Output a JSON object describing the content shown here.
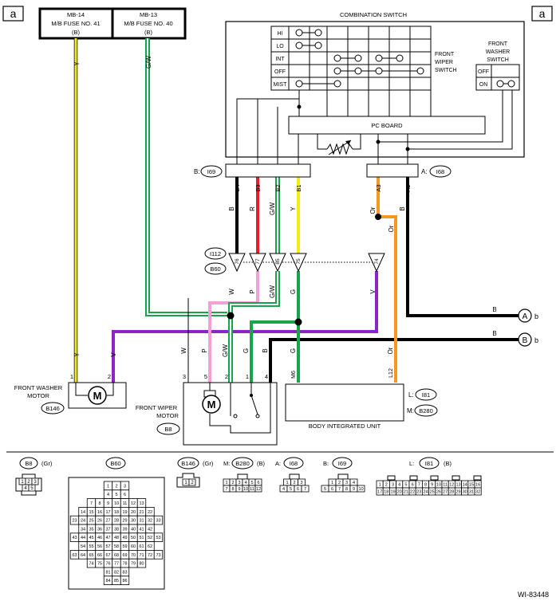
{
  "corner_label": "a",
  "fuses": [
    {
      "l1": "MB-14",
      "l2": "M/B FUSE NO. 41",
      "l3": "(B)"
    },
    {
      "l1": "MB-13",
      "l2": "M/B FUSE NO. 40",
      "l3": "(B)"
    }
  ],
  "wire_labels": {
    "y": "Y",
    "gw": "G/W",
    "b": "B",
    "r": "R",
    "y2": "Y",
    "or": "Or",
    "w": "W",
    "p": "P",
    "g": "G",
    "v": "V"
  },
  "switch": {
    "title": "COMBINATION SWITCH",
    "positions": [
      "HI",
      "LO",
      "INT",
      "OFF",
      "MIST"
    ],
    "front_wiper_label": [
      "FRONT",
      "WIPER",
      "SWITCH"
    ],
    "washer_label": [
      "FRONT",
      "WASHER",
      "SWITCH"
    ],
    "washer_positions": [
      "OFF",
      "ON"
    ],
    "pc_board": "PC BOARD"
  },
  "connectors": {
    "b_prefix": "B:",
    "b_name": "I69",
    "a_prefix": "A:",
    "a_name": "I68",
    "b_pins": [
      "B4",
      "B3",
      "B2",
      "B1"
    ],
    "a_pins": [
      "A3",
      "A2"
    ],
    "joint_pins": [
      "76",
      "77",
      "85",
      "75",
      "74"
    ],
    "joint_name1": "I112",
    "joint_name2": "B60",
    "motor_pins": [
      "3",
      "5",
      "2",
      "1",
      "4"
    ],
    "washer_pins": [
      "1",
      "2"
    ],
    "biu_pins": [
      "M6",
      "L12"
    ]
  },
  "motors": {
    "washer": [
      "FRONT WASHER",
      "MOTOR"
    ],
    "washer_conn": "B146",
    "wiper": [
      "FRONT WIPER",
      "MOTOR"
    ],
    "wiper_conn": "B8",
    "symbol": "M"
  },
  "biu": {
    "label": "BODY INTEGRATED UNIT",
    "l_prefix": "L:",
    "l_name": "I81",
    "m_prefix": "M:",
    "m_name": "B280"
  },
  "refs": [
    {
      "letter": "A",
      "side": "b",
      "color": "B"
    },
    {
      "letter": "B",
      "side": "b",
      "color": "B"
    }
  ],
  "legend": {
    "b8": {
      "name": "B8",
      "color": "(Gr)",
      "rows": [
        [
          "1",
          "2",
          "3"
        ],
        [
          "4",
          "5"
        ]
      ]
    },
    "b60": {
      "name": "B60",
      "rows": [
        [
          "1",
          "2",
          "3"
        ],
        [
          "4",
          "5",
          "6"
        ],
        [
          "7",
          "8",
          "9",
          "10",
          "11",
          "12",
          "13"
        ],
        [
          "14",
          "15",
          "16",
          "17",
          "18",
          "19",
          "20",
          "21",
          "22"
        ],
        [
          "23",
          "24",
          "25",
          "26",
          "27",
          "28",
          "29",
          "30",
          "31",
          "32",
          "33"
        ],
        [
          "34",
          "35",
          "36",
          "37",
          "38",
          "39",
          "40",
          "41",
          "42"
        ],
        [
          "43",
          "44",
          "45",
          "46",
          "47",
          "48",
          "49",
          "50",
          "51",
          "52",
          "53"
        ],
        [
          "54",
          "55",
          "56",
          "57",
          "58",
          "59",
          "60",
          "61",
          "62"
        ],
        [
          "63",
          "64",
          "65",
          "66",
          "67",
          "68",
          "69",
          "70",
          "71",
          "72",
          "73"
        ],
        [
          "74",
          "75",
          "76",
          "77",
          "78",
          "79",
          "80"
        ],
        [
          "81",
          "82",
          "83"
        ],
        [
          "84",
          "85",
          "86"
        ]
      ]
    },
    "b146": {
      "name": "B146",
      "color": "(Gr)",
      "rows": [
        [
          "1",
          "2"
        ]
      ]
    },
    "m_b280": {
      "prefix": "M:",
      "name": "B280",
      "color": "(B)",
      "rows": [
        [
          "1",
          "2",
          "3",
          "4",
          "5",
          "6"
        ],
        [
          "7",
          "8",
          "9",
          "10",
          "11",
          "12"
        ]
      ]
    },
    "a_i68": {
      "prefix": "A:",
      "name": "I68",
      "rows": [
        [
          "1",
          "2",
          "3"
        ],
        [
          "4",
          "5",
          "6",
          "7"
        ]
      ]
    },
    "b_i69": {
      "prefix": "B:",
      "name": "I69",
      "rows": [
        [
          "1",
          "2",
          "3",
          "4"
        ],
        [
          "5",
          "6",
          "7",
          "8",
          "9",
          "10"
        ]
      ]
    },
    "l_i81": {
      "prefix": "L:",
      "name": "I81",
      "color": "(B)",
      "rows": [
        [
          "1",
          "2",
          "3",
          "4",
          "5",
          "6",
          "7",
          "8",
          "9",
          "10",
          "11",
          "12",
          "13",
          "14",
          "15",
          "16"
        ],
        [
          "17",
          "18",
          "19",
          "20",
          "21",
          "22",
          "23",
          "24",
          "25",
          "26",
          "27",
          "28",
          "29",
          "30",
          "31",
          "32"
        ]
      ]
    }
  },
  "doc_id": "WI-83448",
  "colors": {
    "yellow": "#f5ea1c",
    "red": "#e41f26",
    "green": "#19a34a",
    "purple": "#8c24c8",
    "orange": "#f39a1e",
    "pink": "#f4a0d6",
    "black": "#000000"
  }
}
